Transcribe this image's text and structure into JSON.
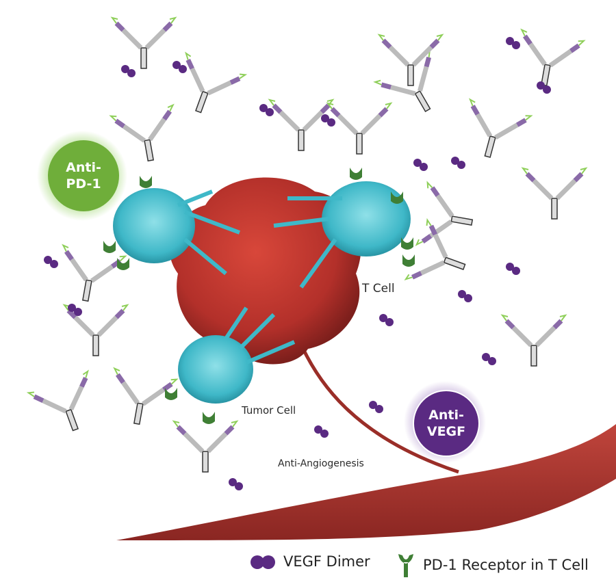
{
  "labels": {
    "t_cell": "T Cell",
    "tumor_cell": "Tumor Cell",
    "anti_angiogenesis": "Anti-Angiogenesis"
  },
  "badges": {
    "anti_pd1": [
      "Anti-",
      "PD-1"
    ],
    "anti_vegf": [
      "Anti-",
      "VEGF"
    ]
  },
  "legend": {
    "vegf_dimer": "VEGF Dimer",
    "pd1_receptor": "PD-1 Receptor in T Cell"
  },
  "colors": {
    "vegf": "#5a2a82",
    "pd1": "#3f7f35",
    "tcell": "#3fb8c8",
    "tumor": "#b8322a",
    "vessel": "#a8332c",
    "anti_pd1_badge": "#6fae3a",
    "anti_vegf_badge": "#5a2a82"
  }
}
